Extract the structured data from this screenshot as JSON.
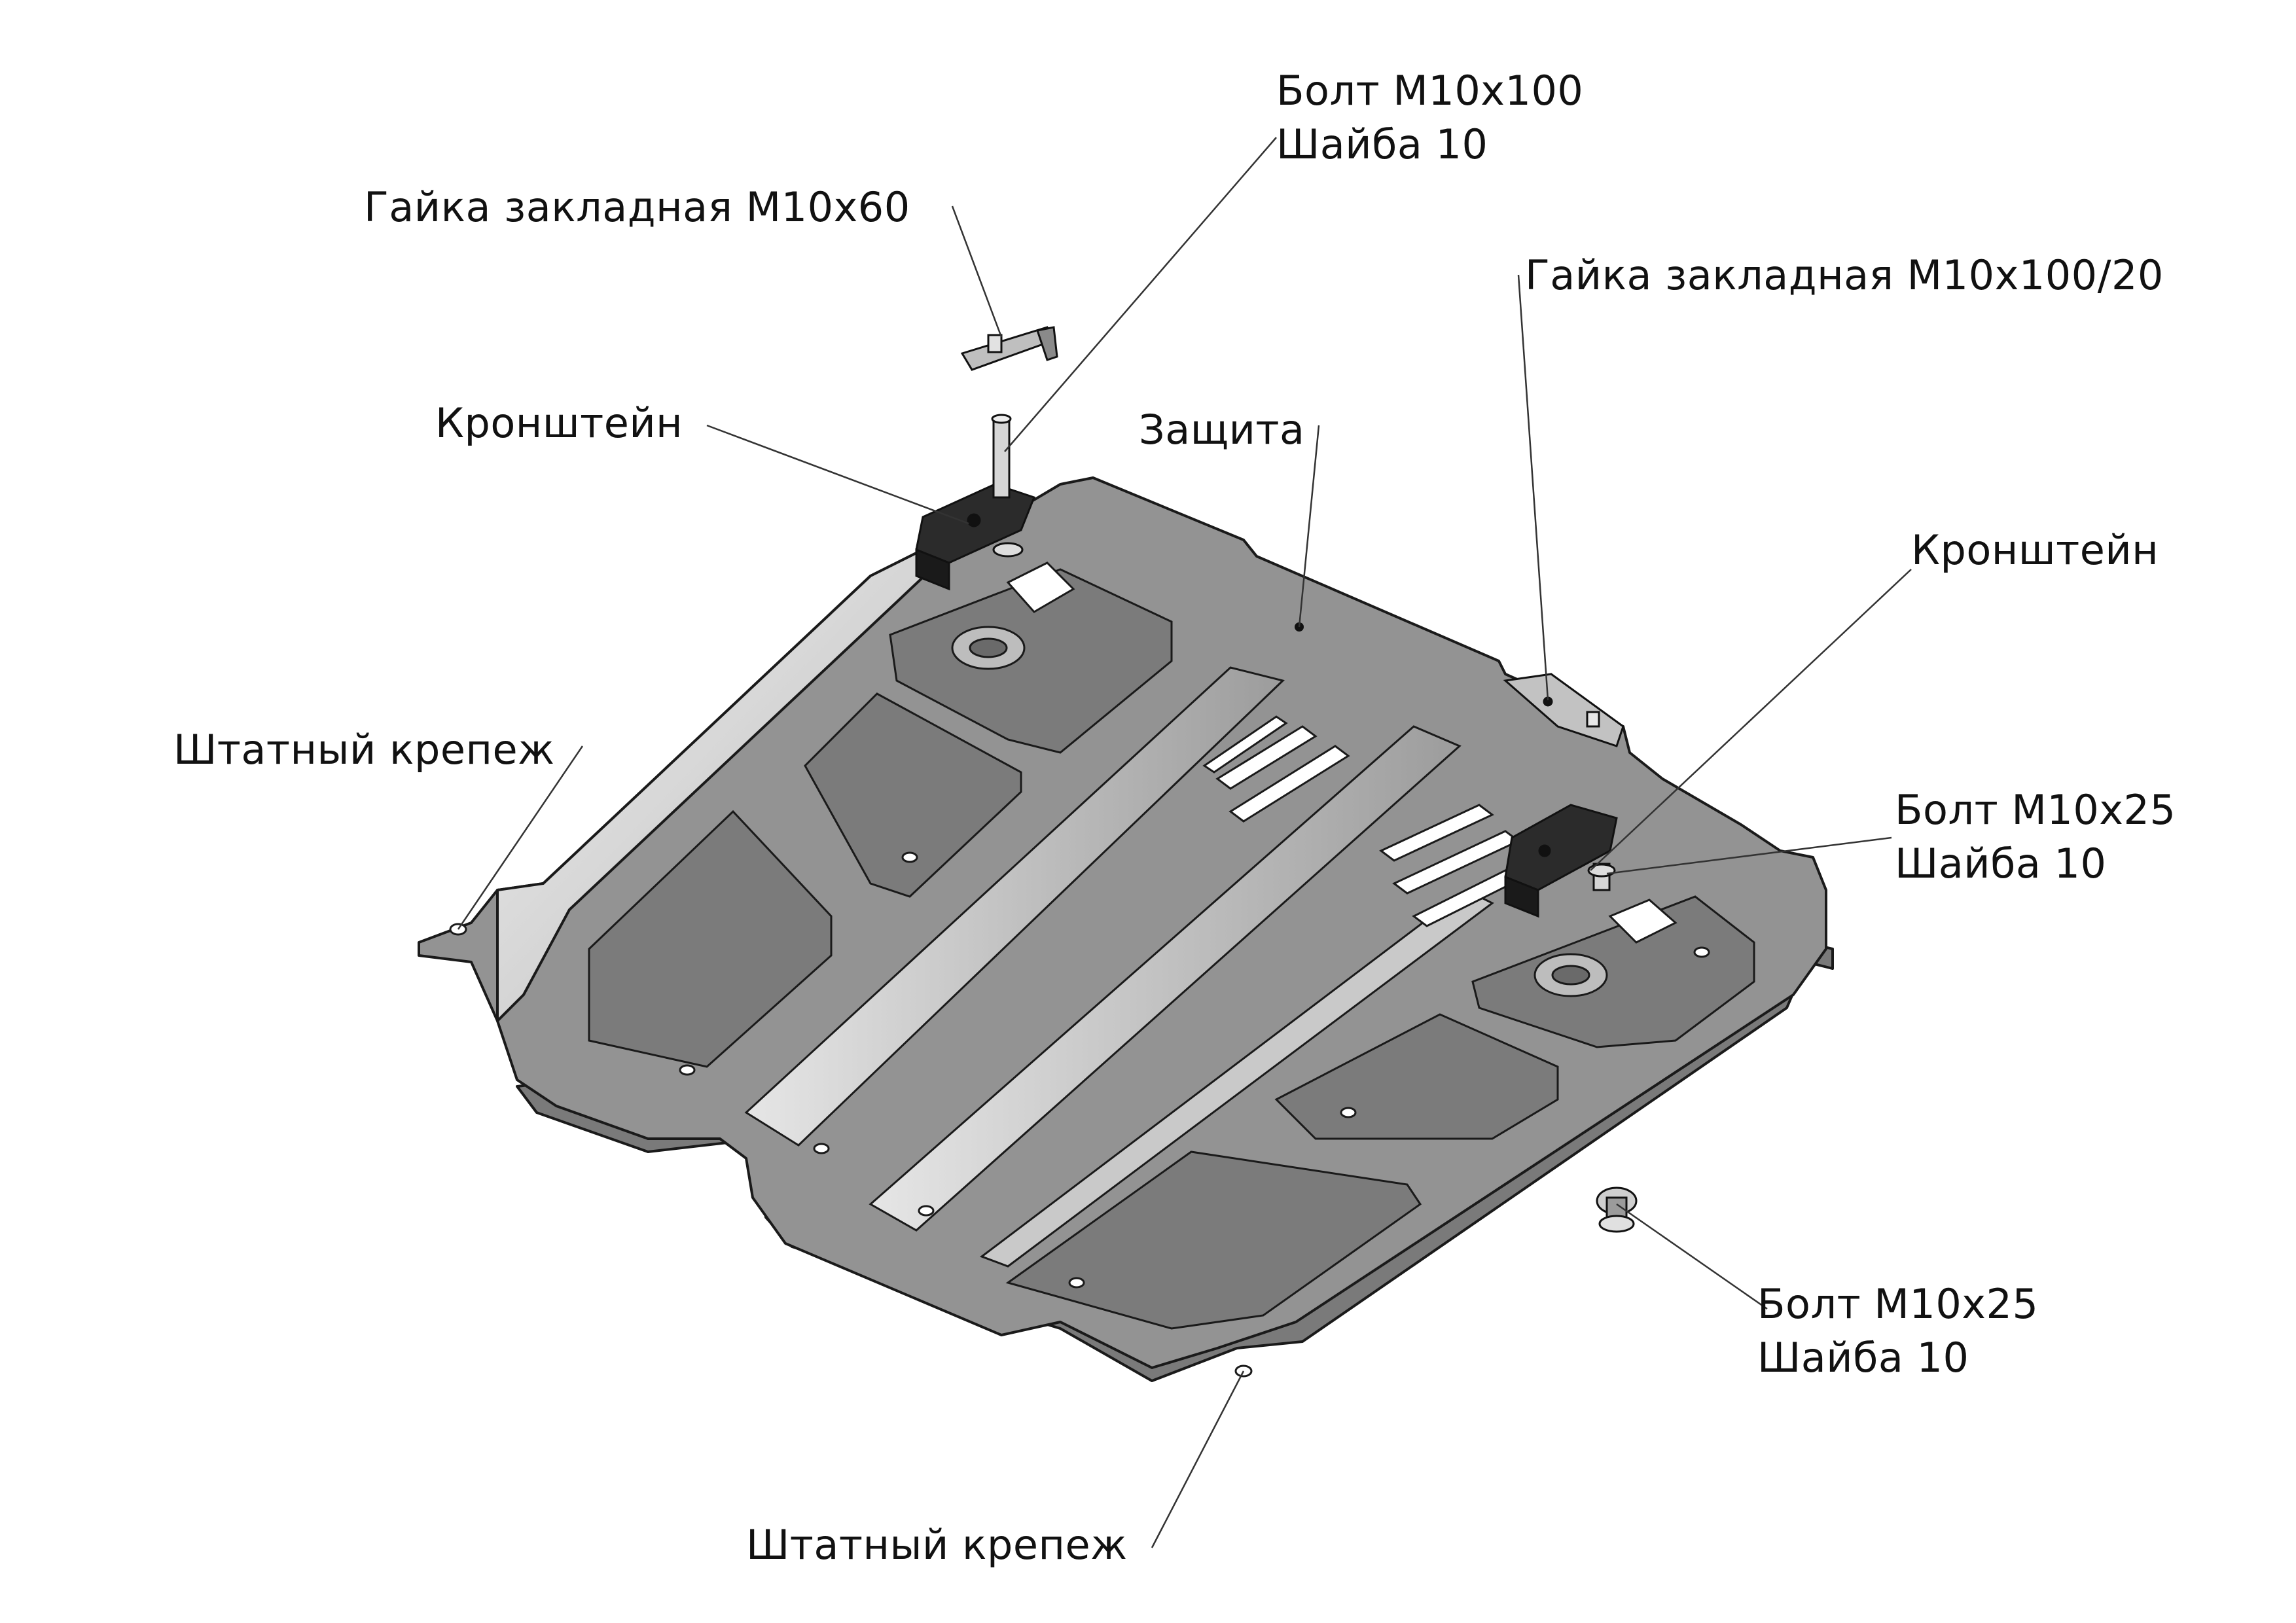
{
  "diagram": {
    "labels": {
      "bolt_top": {
        "line1": "Болт М10х100",
        "line2": "Шайба 10"
      },
      "nut_m10x60": "Гайка закладная М10х60",
      "nut_m10x100_20": "Гайка закладная М10х100/20",
      "bracket_left": "Кронштейн",
      "guard": "Защита",
      "bracket_right": "Кронштейн",
      "standard_fastener_left": "Штатный крепеж",
      "bolt_right": {
        "line1": "Болт М10х25",
        "line2": "Шайба 10"
      },
      "bolt_loose": {
        "line1": "Болт М10х25",
        "line2": "Шайба 10"
      },
      "standard_fastener_bottom": "Штатный крепеж"
    },
    "colors": {
      "plate_fill": "#8d8d8d",
      "plate_top": "#a6a6a6",
      "ridge_light": "#dcdcdc",
      "recess": "#6e6e6e",
      "edge": "#1a1a1a",
      "bracket": "#2b2b2b",
      "leader": "#333333"
    }
  }
}
